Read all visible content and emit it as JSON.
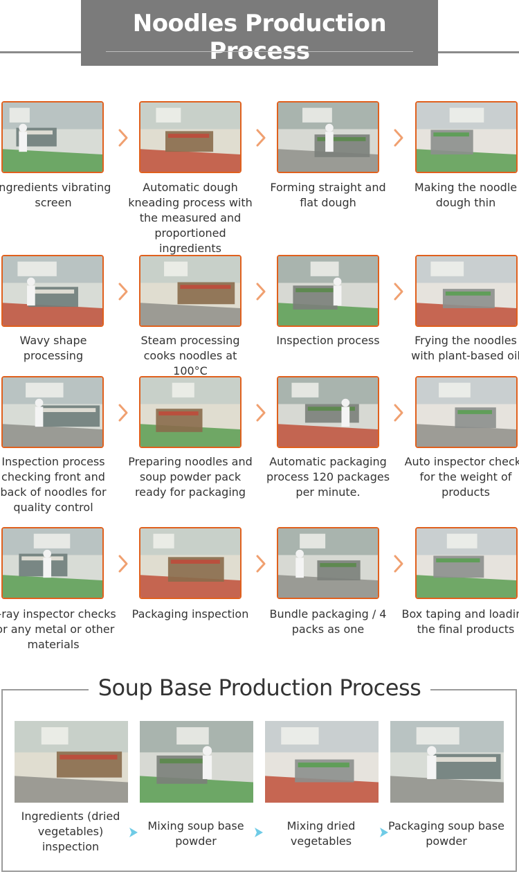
{
  "header": {
    "title": "Noodles Production Process"
  },
  "noodle_steps": [
    {
      "caption": "Ingredients vibrating screen"
    },
    {
      "caption": "Automatic dough kneading process with the measured and proportioned ingredients"
    },
    {
      "caption": "Forming straight and flat dough"
    },
    {
      "caption": "Making the noodle dough thin"
    },
    {
      "caption": "Wavy shape processing"
    },
    {
      "caption": "Steam processing cooks noodles at 100°C"
    },
    {
      "caption": "Inspection process"
    },
    {
      "caption": "Frying the noodles with plant-based oil"
    },
    {
      "caption": "Inspection process checking front and back of noodles for quality control"
    },
    {
      "caption": "Preparing noodles and soup powder pack ready for packaging"
    },
    {
      "caption": "Automatic packaging process 120 packages per minute."
    },
    {
      "caption": "Auto inspector checks for the weight of products"
    },
    {
      "caption": "X-ray inspector checks for any metal or other materials"
    },
    {
      "caption": "Packaging inspection"
    },
    {
      "caption": "Bundle packaging / 4 packs as one"
    },
    {
      "caption": "Box taping and loading the final products"
    }
  ],
  "soup": {
    "title": "Soup Base Production Process",
    "steps": [
      {
        "caption": "Ingredients (dried vegetables) inspection"
      },
      {
        "caption": "Mixing soup base powder"
      },
      {
        "caption": "Mixing dried vegetables"
      },
      {
        "caption": "Packaging soup base powder"
      }
    ]
  },
  "colors": {
    "photo_border": "#e0601d",
    "chevron": "#f0a070",
    "soup_arrow": "#6fcbe6",
    "banner": "#7b7b7b"
  }
}
